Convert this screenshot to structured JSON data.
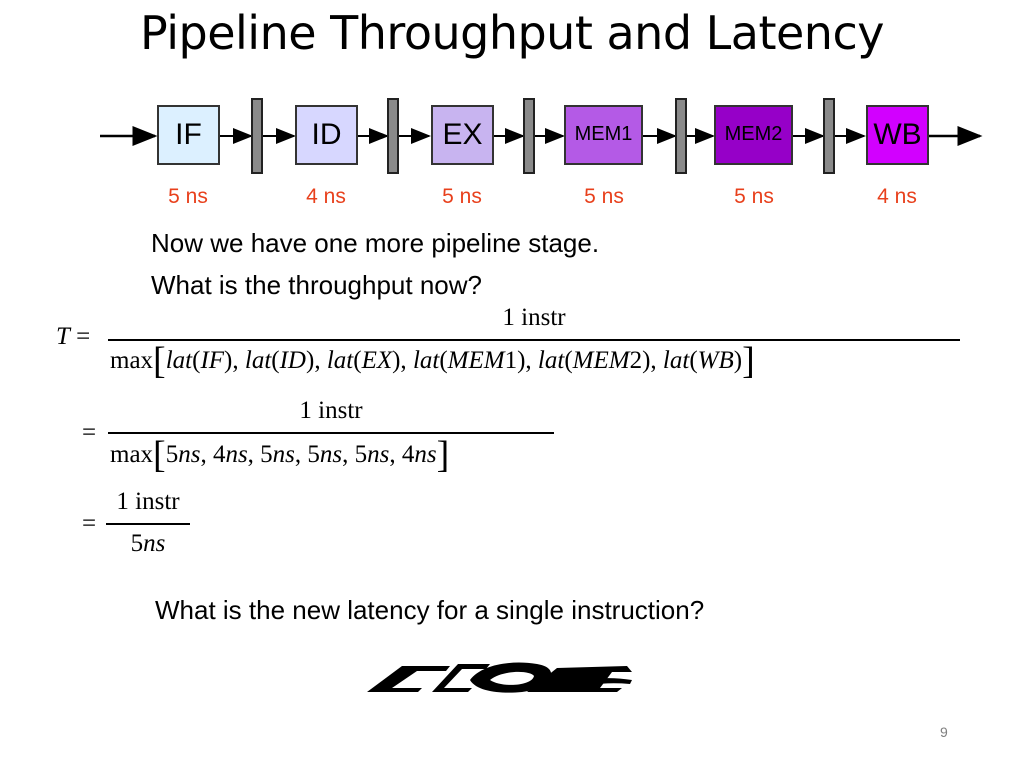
{
  "slide": {
    "title": "Pipeline Throughput and Latency",
    "page_number": "9"
  },
  "pipeline": {
    "stages": [
      {
        "label": "IF",
        "latency": "5 ns",
        "color": "#dcf0ff"
      },
      {
        "label": "ID",
        "latency": "4 ns",
        "color": "#d7d7ff"
      },
      {
        "label": "EX",
        "latency": "5 ns",
        "color": "#c8b4f0"
      },
      {
        "label": "MEM1",
        "latency": "5 ns",
        "color": "#b45ae6"
      },
      {
        "label": "MEM2",
        "latency": "5 ns",
        "color": "#9600c8"
      },
      {
        "label": "WB",
        "latency": "4 ns",
        "color": "#d200ff"
      }
    ],
    "latency_color": "#e8401c"
  },
  "text": {
    "line1": "Now we have one more pipeline stage.",
    "line2": "What is the throughput now?",
    "question2": "What is the new latency for a single instruction?"
  },
  "equation": {
    "lhs": "T",
    "equals": "=",
    "numerator": "1 instr",
    "max": "max",
    "lat": "lat",
    "row1_args": [
      "IF",
      "ID",
      "EX",
      "MEM",
      "MEM",
      "WB"
    ],
    "row1_suffix": [
      "",
      "",
      "",
      "1",
      "2",
      ""
    ],
    "row2_values": [
      "5",
      "4",
      "5",
      "5",
      "5",
      "4"
    ],
    "unit": "ns",
    "final_denominator_num": "5",
    "final_denominator_unit": "ns"
  }
}
